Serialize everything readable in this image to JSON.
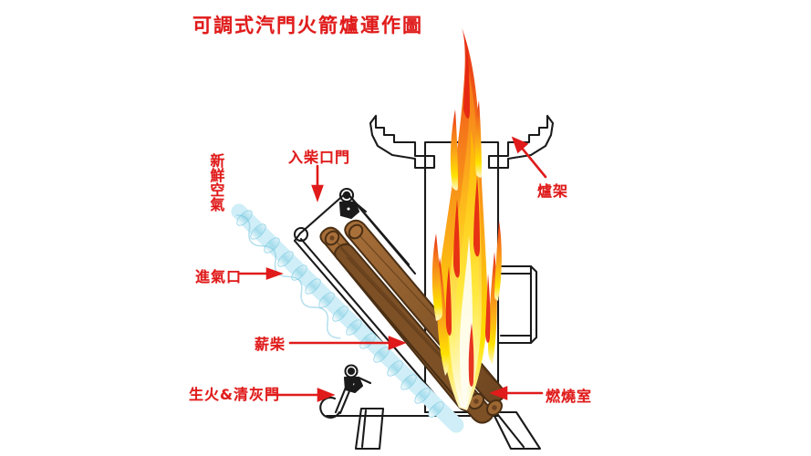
{
  "diagram": {
    "title": "可調式汽門火箭爐運作圖",
    "accent_color": "#e01b1b",
    "background_color": "#ffffff",
    "type": "labeled-cutaway-illustration",
    "subject": "rocket stove with adjustable air valve"
  },
  "labels": {
    "feed_door": "入柴口門",
    "fresh_air": "新鮮空氣",
    "air_intake": "進氣口",
    "firewood": "薪柴",
    "ash_door": "生火&清灰門",
    "pot_grate": "爐架",
    "combustion_chamber": "燃燒室"
  },
  "colors": {
    "flame_red": "#e52512",
    "flame_orange": "#f58a15",
    "flame_yellow": "#ffe200",
    "flame_pale": "#fffbe0",
    "air_cyan": "#a8e0ef",
    "air_cyan_light": "#dff3f9",
    "wood_brown": "#8a5a2b",
    "wood_dark": "#5d3a19",
    "outline": "#1a1a1a"
  },
  "parts": {
    "feed_tube": "inclined fuel magazine",
    "body": "vertical stove body / riser",
    "side_handle": "side handle",
    "legs": "splayed base legs",
    "grate_brackets": "two stepped pot support brackets",
    "hinge_top": "feed door hinge latch",
    "hinge_bottom": "ash door hinge latch"
  }
}
